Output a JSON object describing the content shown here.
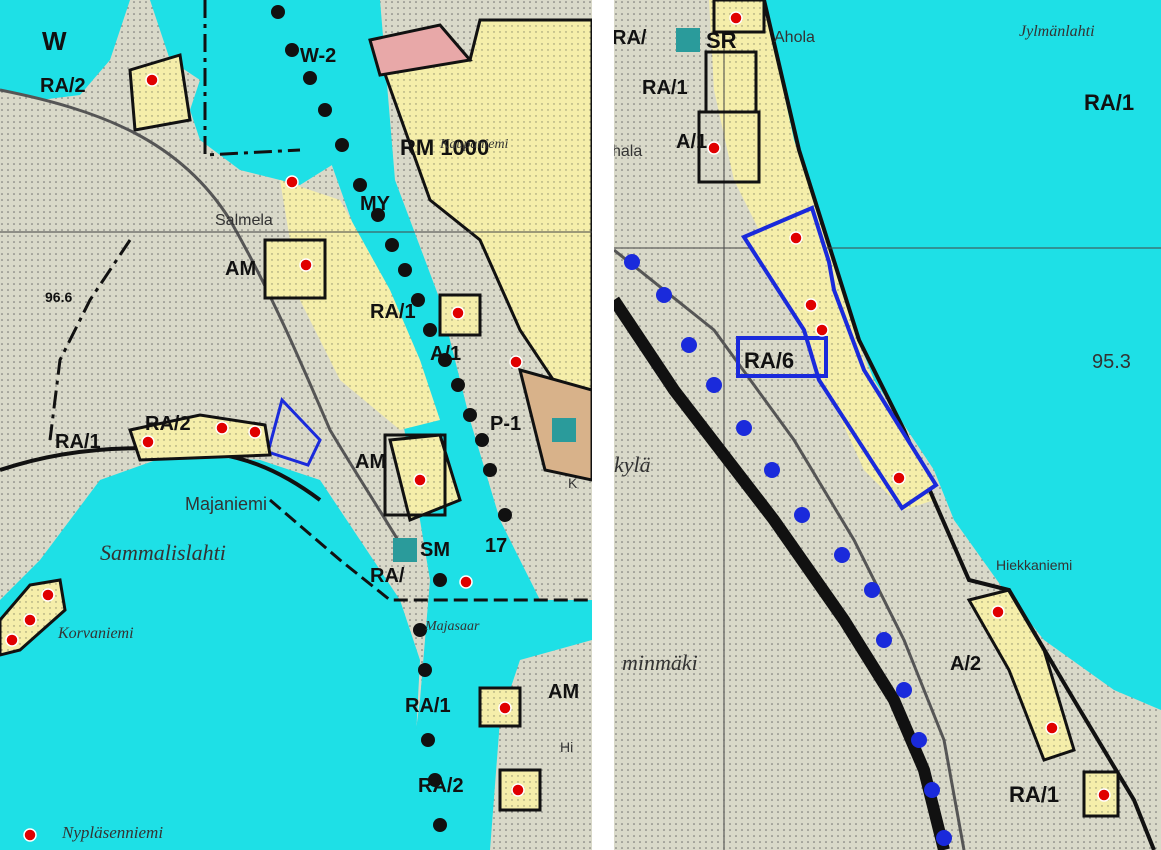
{
  "colors": {
    "water": "#1ee0e6",
    "land": "#d9d9c9",
    "yellow": "#f5eeaa",
    "pink": "#e8a8a8",
    "red_dot": "#e00000",
    "teal_square": "#2a9b9b",
    "blue_outline": "#1a2adb",
    "blue_dots": "#1a2adb",
    "black": "#111111"
  },
  "left_map": {
    "labels": {
      "w": "W",
      "ra2_top": "RA/2",
      "w2": "W-2",
      "rm1000": "RM 1000",
      "my": "MY",
      "am_salmela": "AM",
      "ra1_mid": "RA/1",
      "a1": "A/1",
      "p1": "P-1",
      "ra1_left": "RA/1",
      "ra2_left": "RA/2",
      "am_center": "AM",
      "sm": "SM",
      "num17": "17",
      "ra_bottom": "RA/",
      "ra1_bottom": "RA/1",
      "ra2_bottom": "RA/2",
      "am_bottom": "AM",
      "elev": "96.6",
      "k": "K"
    },
    "places": {
      "salmela": "Salmela",
      "majaniemi": "Majaniemi",
      "sammalislahti": "Sammalislahti",
      "korvaniemi": "Korvaniemi",
      "nyplasenniemi": "Nypläsenniemi",
      "majasaari": "Majasaar",
      "kaupaniemi": "Kaupaniemi",
      "hi": "Hi"
    }
  },
  "right_map": {
    "labels": {
      "ra_top": "RA/",
      "sr": "SR",
      "ra1_top": "RA/1",
      "ra1_right": "RA/1",
      "a1": "A/1",
      "ra6": "RA/6",
      "a2": "A/2",
      "ra1_bottom": "RA/1",
      "elev": "95.3"
    },
    "places": {
      "ahola": "Ahola",
      "jylmanlahti": "Jylmänlahti",
      "hala": "hala",
      "kyla": "kylä",
      "hiekkaniemi": "Hiekkaniemi",
      "minmaki": "minmäki"
    }
  }
}
